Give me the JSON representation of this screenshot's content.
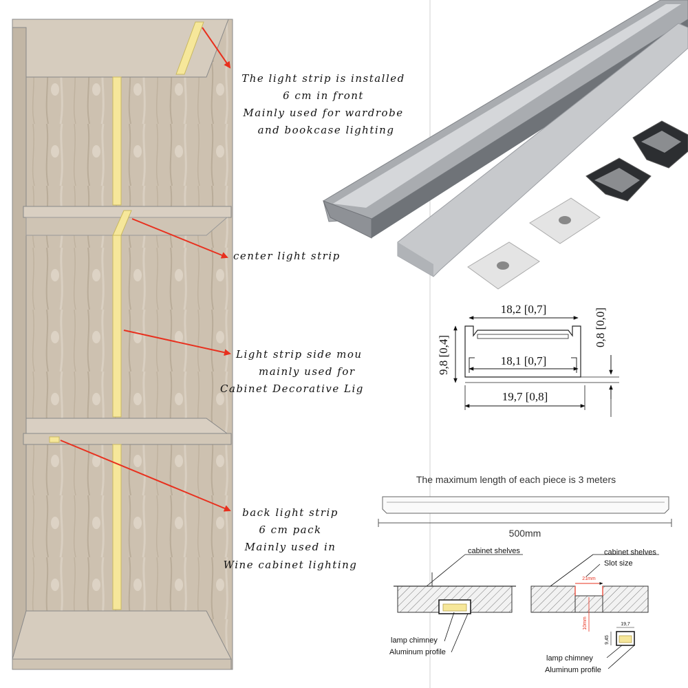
{
  "callouts": {
    "front": [
      "The light strip is installed",
      "6 cm in front",
      "Mainly used for wardrobe",
      "and bookcase lighting"
    ],
    "center": [
      "center light strip"
    ],
    "side": [
      "Light strip side mou",
      "mainly used for",
      "Cabinet Decorative Lig"
    ],
    "back": [
      "back light strip",
      "6 cm pack",
      "Mainly used in",
      "Wine cabinet lighting"
    ]
  },
  "dimensions": {
    "top_width": "18,2 [0,7]",
    "inner_width": "18,1 [0,7]",
    "outer_width": "19,7 [0,8]",
    "height": "9,8 [0,4]",
    "lip": "0,8 [0,0]"
  },
  "length_note": {
    "title": "The maximum length of each piece is 3 meters",
    "length": "500mm"
  },
  "install_left": {
    "shelves": "cabinet shelves",
    "chimney": "lamp chimney",
    "profile": "Aluminum profile"
  },
  "install_right": {
    "shelves": "cabinet shelves",
    "slot": "Slot size",
    "slot_width": "21mm",
    "slot_depth": "10mm",
    "profile_width": "19,7",
    "profile_height": "9,45",
    "chimney": "lamp chimney",
    "profile": "Aluminum profile"
  },
  "colors": {
    "wood": "#cbbfae",
    "led": "#f6e79a",
    "arrow": "#e8301e",
    "aluminum": "#a9acb0"
  }
}
